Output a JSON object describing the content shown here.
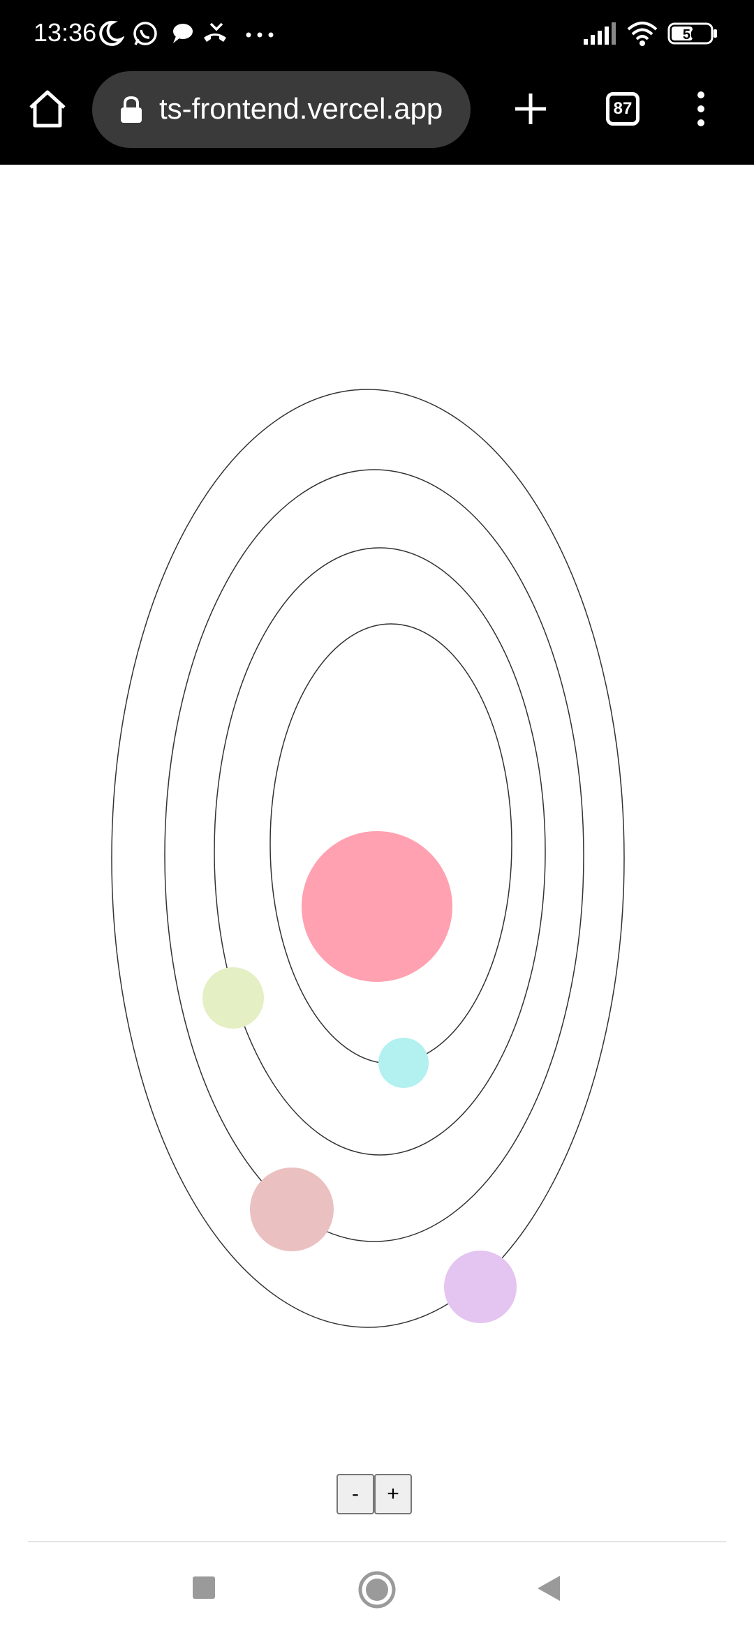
{
  "status_bar": {
    "time": "13:36",
    "battery": "56",
    "icons": [
      "moon-icon",
      "whatsapp-icon",
      "chat-icon",
      "missed-call-icon",
      "more-dots-icon",
      "signal-icon",
      "wifi-icon",
      "battery-icon"
    ]
  },
  "browser": {
    "url": "ts-frontend.vercel.app",
    "tab_count": "87"
  },
  "solar_system": {
    "sun_color": "#ffa1b0",
    "planets": [
      {
        "color": "#b3f0f0"
      },
      {
        "color": "#e4efc4"
      },
      {
        "color": "#ebc0c0"
      },
      {
        "color": "#e4c4f0"
      }
    ]
  },
  "zoom": {
    "minus_label": "-",
    "plus_label": "+"
  },
  "nav_bar": {
    "icons": [
      "recents-square-icon",
      "home-circle-icon",
      "back-triangle-icon"
    ]
  }
}
